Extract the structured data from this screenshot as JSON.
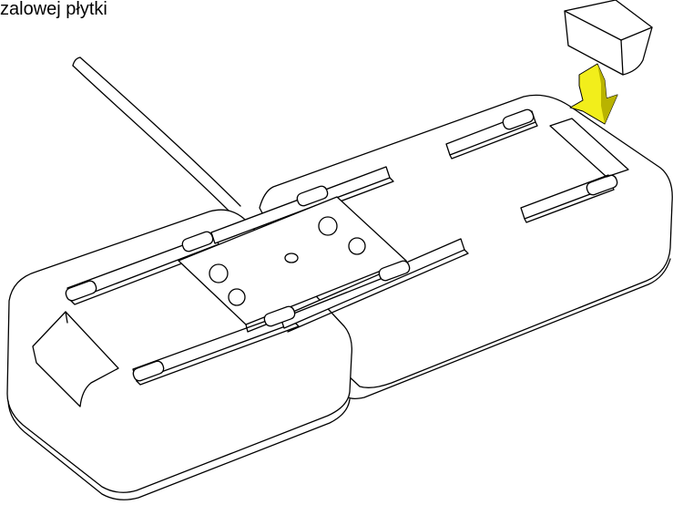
{
  "caption": "zalowej płytki",
  "colors": {
    "arrow_fill": "#f2ee1b",
    "arrow_shade": "#b9b300",
    "line": "#000000",
    "background": "#ffffff"
  },
  "icons": [
    "mounting-plate-illustration",
    "down-arrow-icon",
    "cover-piece"
  ]
}
